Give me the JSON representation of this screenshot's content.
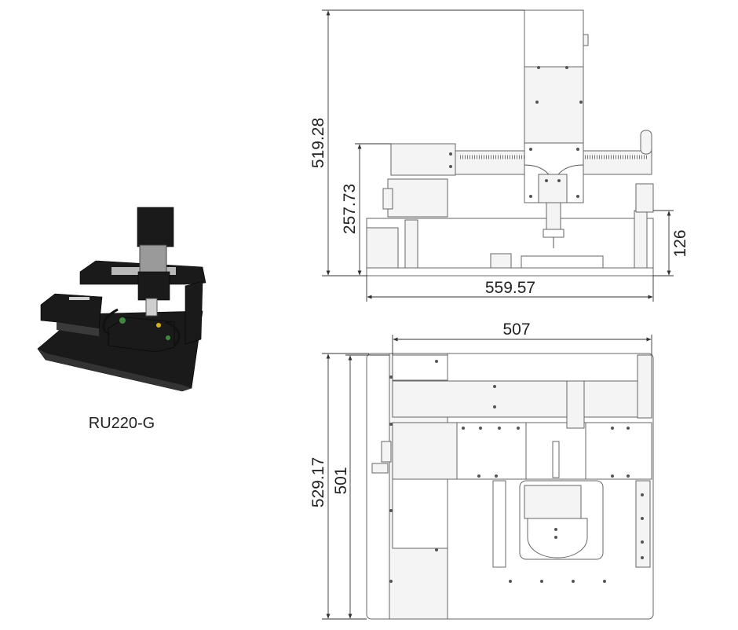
{
  "product": {
    "model": "RU220-G"
  },
  "front_view": {
    "dims": {
      "total_height": "519.28",
      "gantry_height": "257.73",
      "stage_height": "126",
      "total_width": "559.57"
    }
  },
  "top_view": {
    "dims": {
      "width": "507",
      "total_depth": "529.17",
      "base_depth": "501"
    }
  }
}
